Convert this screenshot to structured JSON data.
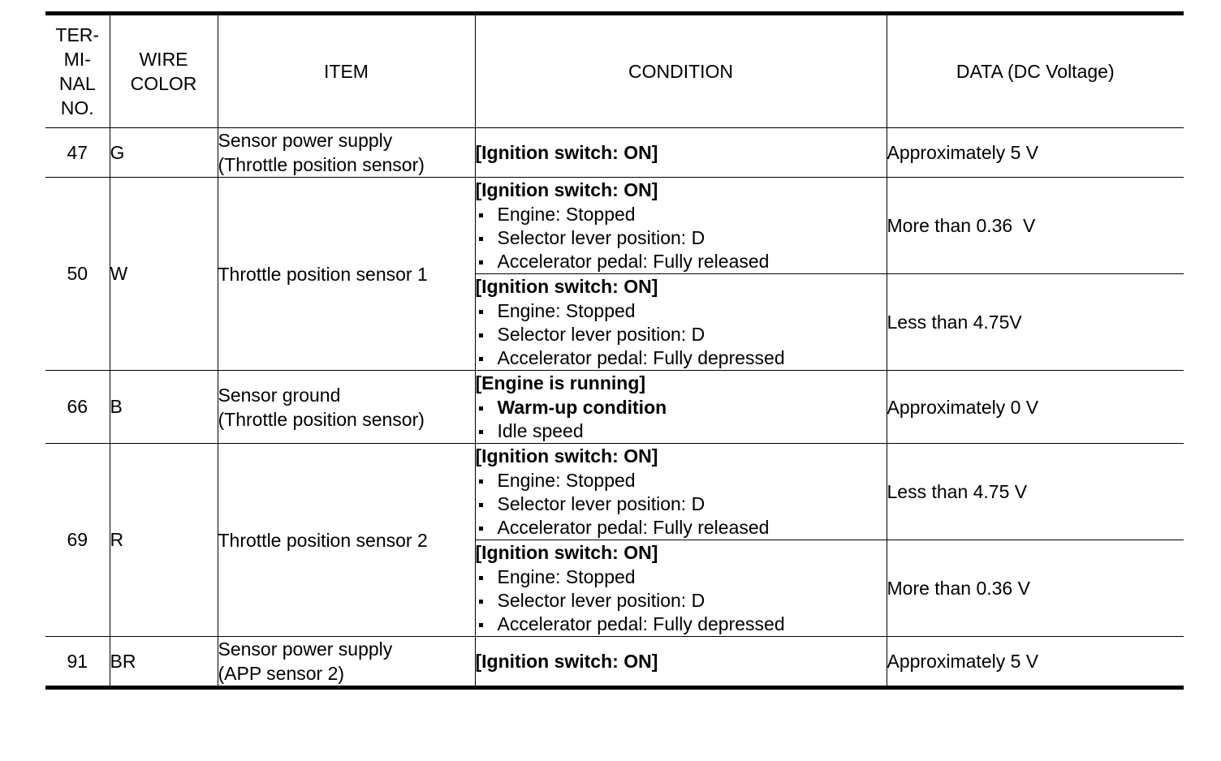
{
  "table": {
    "headers": {
      "terminal_no": [
        "TER-",
        "MI-",
        "NAL",
        "NO."
      ],
      "wire_color": [
        "WIRE",
        "COLOR"
      ],
      "item": "ITEM",
      "condition": "CONDITION",
      "data": "DATA (DC Voltage)"
    },
    "rows": [
      {
        "terminal_no": "47",
        "wire_color": "G",
        "item_lines": [
          "Sensor power supply",
          "(Throttle position sensor)"
        ],
        "conditions": [
          {
            "header": "[Ignition switch: ON]",
            "bullets": [],
            "data": "Approximately 5 V"
          }
        ]
      },
      {
        "terminal_no": "50",
        "wire_color": "W",
        "item_lines": [
          "Throttle position sensor 1"
        ],
        "conditions": [
          {
            "header": "[Ignition switch: ON]",
            "bullets": [
              {
                "text": "Engine: Stopped",
                "bold": false
              },
              {
                "text": "Selector lever position: D",
                "bold": false
              },
              {
                "text": "Accelerator pedal: Fully released",
                "bold": false
              }
            ],
            "data": "More than 0.36  V"
          },
          {
            "header": "[Ignition switch: ON]",
            "bullets": [
              {
                "text": "Engine: Stopped",
                "bold": false
              },
              {
                "text": "Selector lever position: D",
                "bold": false
              },
              {
                "text": "Accelerator pedal: Fully depressed",
                "bold": false
              }
            ],
            "data": "Less than 4.75V"
          }
        ]
      },
      {
        "terminal_no": "66",
        "wire_color": "B",
        "item_lines": [
          "Sensor ground",
          "(Throttle position sensor)"
        ],
        "conditions": [
          {
            "header": "[Engine is running]",
            "bullets": [
              {
                "text": "Warm-up condition",
                "bold": true
              },
              {
                "text": "Idle speed",
                "bold": false
              }
            ],
            "data": "Approximately 0 V"
          }
        ]
      },
      {
        "terminal_no": "69",
        "wire_color": "R",
        "item_lines": [
          "Throttle position sensor 2"
        ],
        "conditions": [
          {
            "header": "[Ignition switch: ON]",
            "bullets": [
              {
                "text": "Engine: Stopped",
                "bold": false
              },
              {
                "text": "Selector lever position: D",
                "bold": false
              },
              {
                "text": "Accelerator pedal: Fully released",
                "bold": false
              }
            ],
            "data": "Less than 4.75 V"
          },
          {
            "header": "[Ignition switch: ON]",
            "bullets": [
              {
                "text": "Engine: Stopped",
                "bold": false
              },
              {
                "text": "Selector lever position: D",
                "bold": false
              },
              {
                "text": "Accelerator pedal: Fully depressed",
                "bold": false
              }
            ],
            "data": "More than 0.36 V"
          }
        ]
      },
      {
        "terminal_no": "91",
        "wire_color": "BR",
        "item_lines": [
          "Sensor power supply",
          "(APP sensor 2)"
        ],
        "conditions": [
          {
            "header": "[Ignition switch: ON]",
            "bullets": [],
            "data": "Approximately 5 V"
          }
        ]
      }
    ]
  }
}
